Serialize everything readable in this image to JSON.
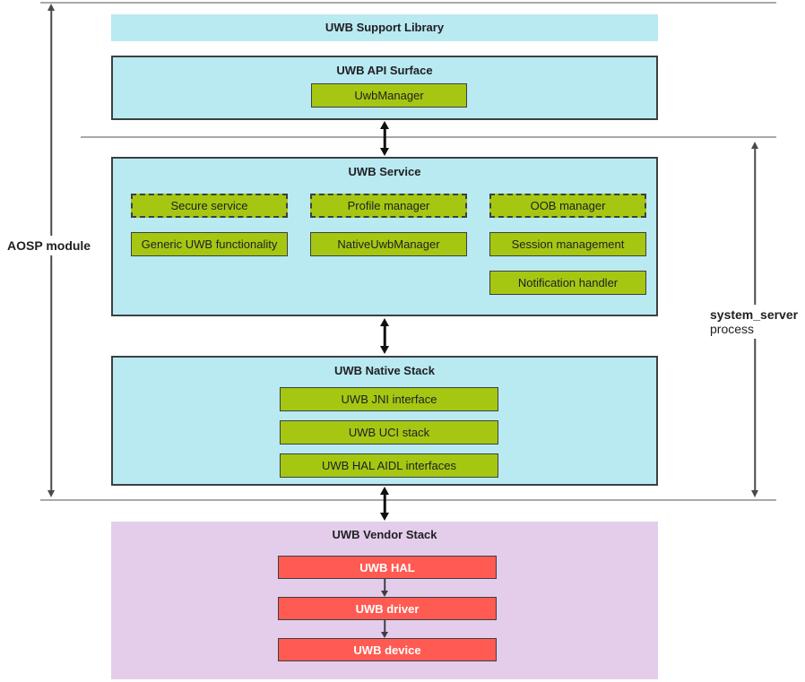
{
  "diagram": {
    "side": {
      "aosp_label": "AOSP module",
      "server_label_line1": "system_server",
      "server_label_line2": "process"
    },
    "support_library": {
      "title": "UWB Support Library"
    },
    "api_surface": {
      "title": "UWB API Surface",
      "boxes": [
        {
          "label": "UwbManager"
        }
      ]
    },
    "service": {
      "title": "UWB Service",
      "dashed_boxes": [
        {
          "label": "Secure service"
        },
        {
          "label": "Profile manager"
        },
        {
          "label": "OOB manager"
        }
      ],
      "solid_boxes": [
        {
          "label": "Generic UWB functionality"
        },
        {
          "label": "NativeUwbManager"
        },
        {
          "label": "Session management"
        },
        {
          "label": "Notification handler"
        }
      ]
    },
    "native_stack": {
      "title": "UWB Native Stack",
      "boxes": [
        {
          "label": "UWB JNI interface"
        },
        {
          "label": "UWB UCI stack"
        },
        {
          "label": "UWB HAL AIDL interfaces"
        }
      ]
    },
    "vendor_stack": {
      "title": "UWB Vendor Stack",
      "boxes": [
        {
          "label": "UWB HAL"
        },
        {
          "label": "UWB driver"
        },
        {
          "label": "UWB device"
        }
      ]
    },
    "colors": {
      "cyan": "#b9e9f1",
      "green": "#a6c712",
      "red": "#ff5b52",
      "lavender": "#e4cdea",
      "border": "#3c4043",
      "text": "#202124",
      "line_gray": "#a9a9a9",
      "arrow_black": "#111111",
      "arrow_gray": "#4a4a4a"
    }
  }
}
